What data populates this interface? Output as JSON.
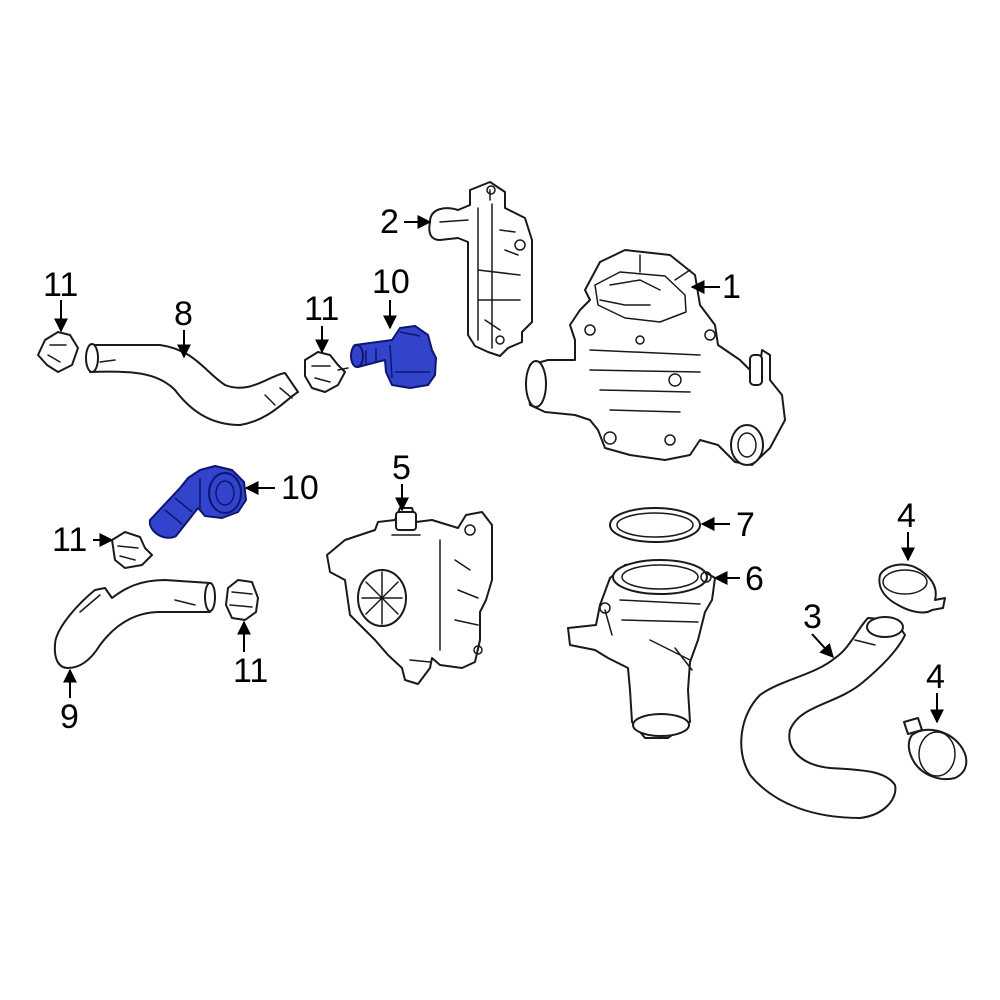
{
  "colors": {
    "line": "#1a1a1a",
    "highlight": "#3344cc",
    "highlight_stroke": "#0e1570",
    "background": "#ffffff"
  },
  "callouts": [
    {
      "id": "c1",
      "label": "1"
    },
    {
      "id": "c2",
      "label": "2"
    },
    {
      "id": "c3",
      "label": "3"
    },
    {
      "id": "c4a",
      "label": "4"
    },
    {
      "id": "c4b",
      "label": "4"
    },
    {
      "id": "c5",
      "label": "5"
    },
    {
      "id": "c6",
      "label": "6"
    },
    {
      "id": "c7",
      "label": "7"
    },
    {
      "id": "c8",
      "label": "8"
    },
    {
      "id": "c9",
      "label": "9"
    },
    {
      "id": "c10a",
      "label": "10"
    },
    {
      "id": "c10b",
      "label": "10"
    },
    {
      "id": "c11a",
      "label": "11"
    },
    {
      "id": "c11b",
      "label": "11"
    },
    {
      "id": "c11c",
      "label": "11"
    },
    {
      "id": "c11d",
      "label": "11"
    }
  ],
  "highlighted_part": "10"
}
